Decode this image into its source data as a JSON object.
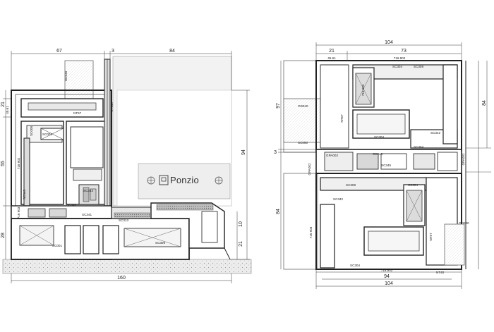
{
  "left_section": {
    "dims_top": [
      "67",
      "3",
      "84"
    ],
    "dims_left": [
      "21",
      "45.61",
      "55",
      "28"
    ],
    "dim_right": "94",
    "dims_right_small": [
      "10",
      "21"
    ],
    "dim_bottom": "160",
    "labels": {
      "od040": "OD040",
      "nt57": "NT57",
      "sc001a": "SC001",
      "sc001b": "SC001",
      "sc008": "SC008",
      "sc341": "SC341",
      "sc343": "SC343",
      "sc346": "SC346",
      "sc313": "SC313",
      "sc309": "SC309",
      "sc348": "SC348",
      "st140": "ST140",
      "ref_a": "716 902",
      "ref_b": "716 903"
    }
  },
  "right_section": {
    "dims_top": [
      "104",
      "21",
      "73",
      "45.61",
      "716.902"
    ],
    "dims_left": [
      "97",
      "3",
      "84"
    ],
    "dim_right": "84",
    "dims_bottom": [
      "716.902",
      "94",
      "104"
    ],
    "labels": {
      "sc304a": "SC304",
      "sc304b": "SC304",
      "sc304c": "SC304",
      "sc304d": "SC304",
      "sc304e": "SC304",
      "sc309a": "SC309",
      "sc309b": "SC309",
      "sc342a": "SC342",
      "sc342b": "SC342",
      "sc345": "SC345",
      "sc316": "SC316",
      "sc060": "SC060",
      "od040a": "OD040",
      "od040b": "OD040",
      "nt57a": "NT57",
      "nt57b": "NT57",
      "nt40": "NT40",
      "gpa": "GPA002",
      "gpb": "GPA002",
      "gpc": "GPA002",
      "ref_a": "716 903",
      "ref_b": "716 903"
    }
  },
  "logo": {
    "text": "Ponzio"
  }
}
